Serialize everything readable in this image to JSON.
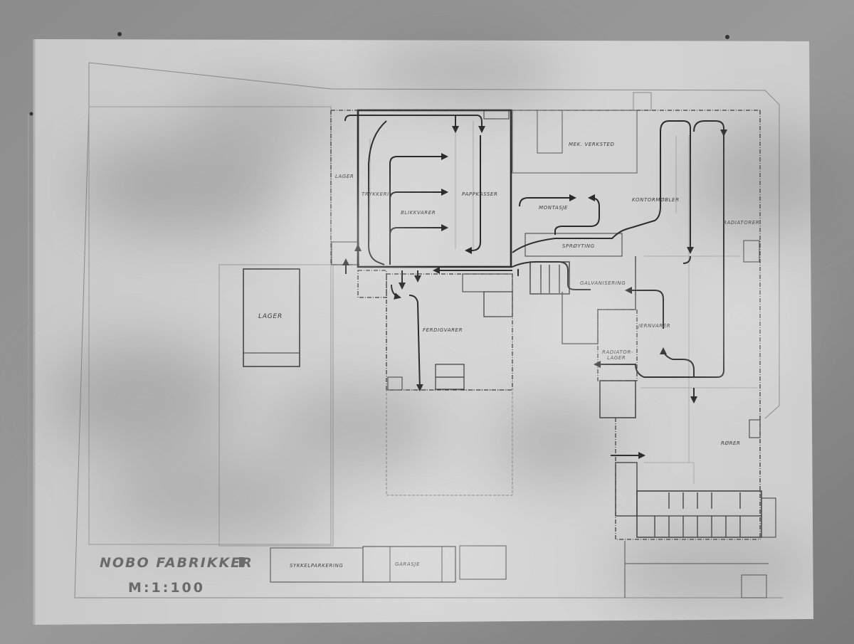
{
  "plan": {
    "title": "NOBO FABRIKKER",
    "scale": "M:1:100"
  },
  "rooms": {
    "lager_top": "LAGER",
    "trykkeri": "TRYKKERI",
    "papirkasser": "PAPPKASSER",
    "blikkvarer": "BLIKKVARER",
    "mek_verksted": "MEK. VERKSTED",
    "montasje": "MONTASJE",
    "kontormobler": "KONTORMØBLER",
    "radiatorer": "RADIATORER",
    "sproyting": "SPRØYTING",
    "galvanisering": "GALVANISERING",
    "lager_left": "LAGER",
    "ferdigvarer": "FERDIGVARER",
    "jernvarer": "JERNVARER",
    "radiator_lager_1": "RADIATOR-",
    "radiator_lager_2": "LAGER",
    "ror": "RØRER",
    "sykkelparkering": "SYKKELPARKERING",
    "garasje": "GARASJE"
  }
}
